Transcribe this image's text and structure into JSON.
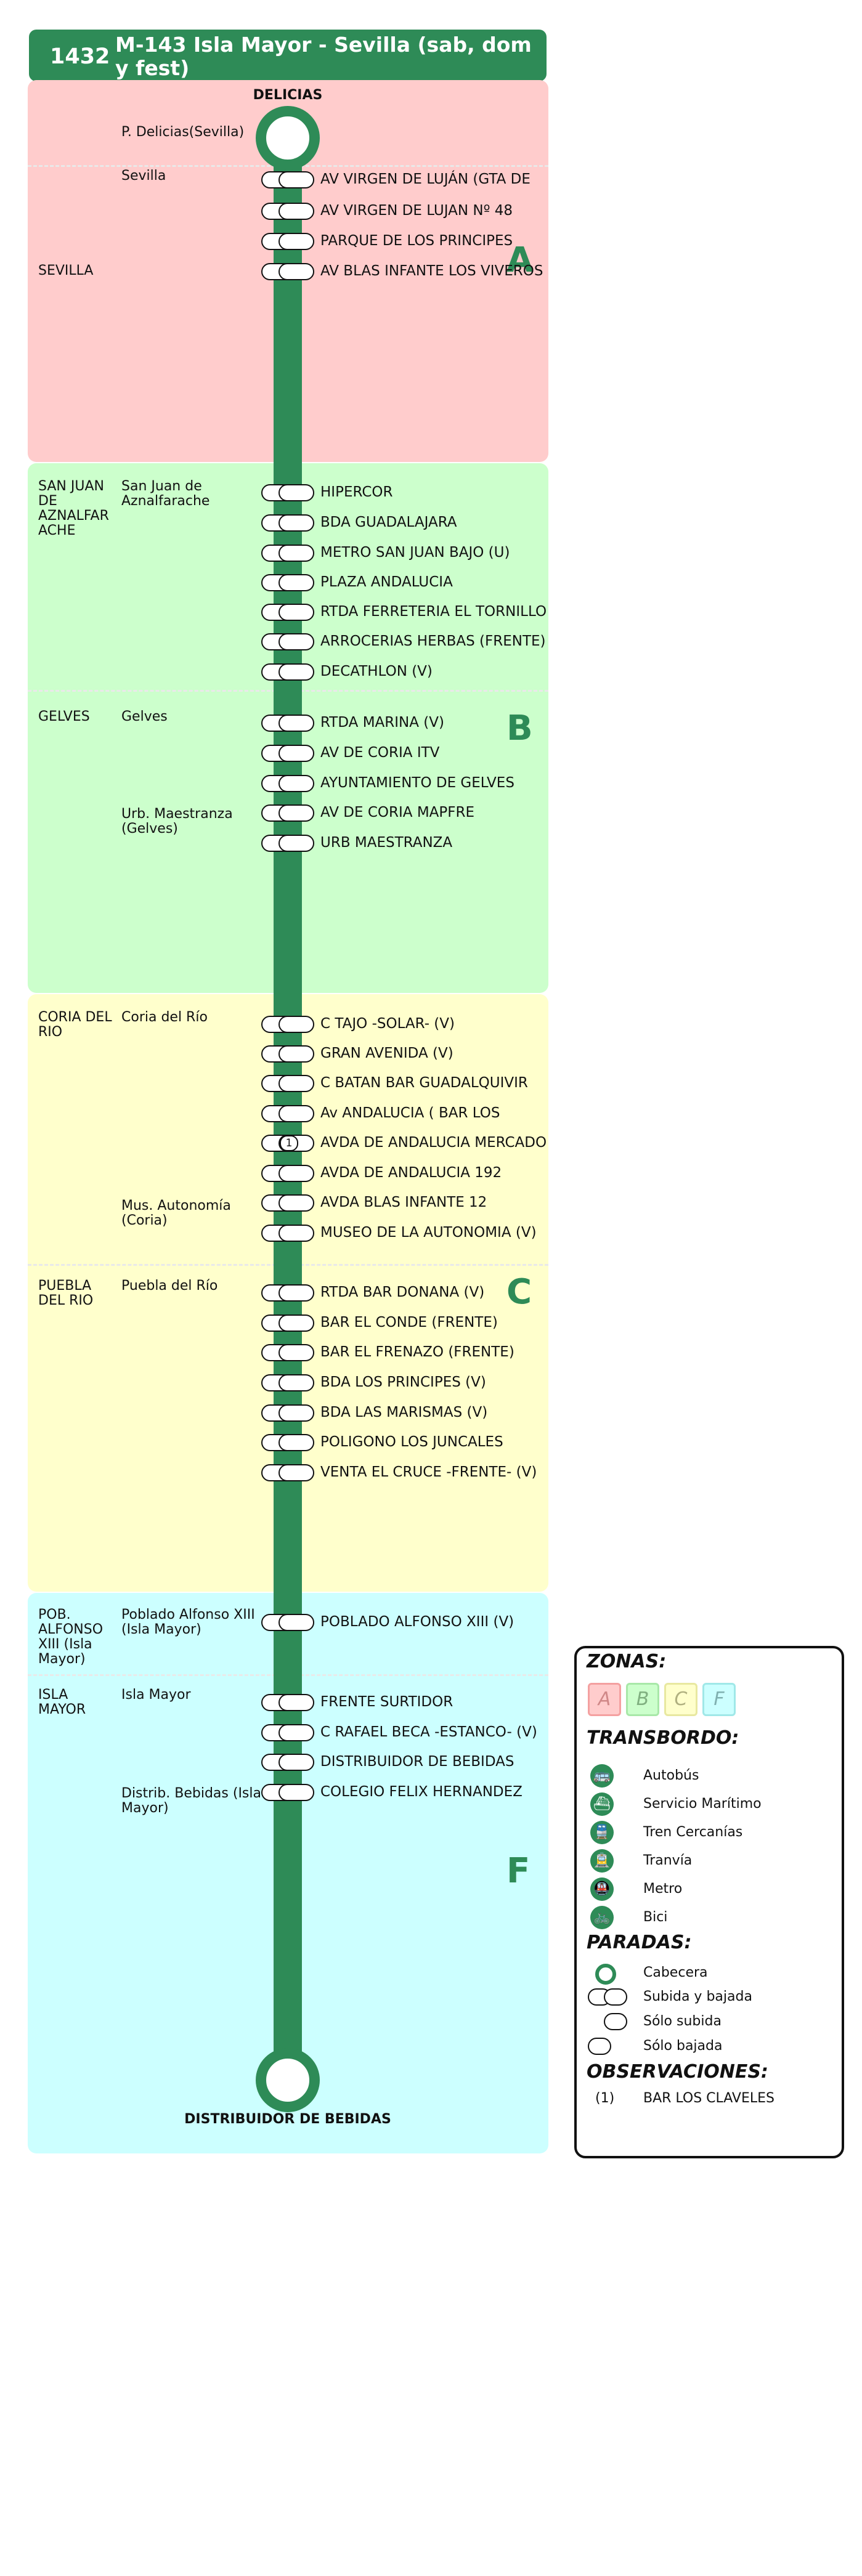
{
  "header": {
    "line_number": "1432",
    "title": "M-143 Isla Mayor - Sevilla (sab, dom y fest)"
  },
  "colors": {
    "line": "#2e8b57",
    "zone_a": "#ffcccc",
    "zone_b": "#ccffcc",
    "zone_c": "#ffffcc",
    "zone_f": "#ccffff"
  },
  "terminals": {
    "start": "DELICIAS",
    "end": "DISTRIBUIDOR DE BEBIDAS"
  },
  "zones": [
    {
      "letter": "A",
      "color": "#ffcccc"
    },
    {
      "letter": "B",
      "color": "#ccffcc"
    },
    {
      "letter": "C",
      "color": "#ffffcc"
    },
    {
      "letter": "F",
      "color": "#ccffff"
    }
  ],
  "municipalities": [
    "SEVILLA",
    "SAN JUAN DE AZNALFAR ACHE",
    "GELVES",
    "CORIA DEL RIO",
    "PUEBLA DEL RIO",
    "POB. ALFONSO XIII (Isla Mayor)",
    "ISLA MAYOR"
  ],
  "localities": [
    "P. Delicias(Sevilla)",
    "Sevilla",
    "San Juan de Aznalfarache",
    "Gelves",
    "Urb. Maestranza (Gelves)",
    "Coria del Río",
    "Mus. Autonomía (Coria)",
    "Puebla del Río",
    "Poblado Alfonso XIII (Isla Mayor)",
    "Isla Mayor",
    "Distrib. Bebidas (Isla Mayor)"
  ],
  "stops": [
    {
      "name": "AV VIRGEN DE LUJÁN (GTA DE",
      "type": "both"
    },
    {
      "name": "AV VIRGEN DE LUJAN Nº 48",
      "type": "both"
    },
    {
      "name": "PARQUE DE LOS PRINCIPES",
      "type": "both"
    },
    {
      "name": "AV BLAS INFANTE LOS VIVEROS",
      "type": "both"
    },
    {
      "name": "HIPERCOR",
      "type": "both"
    },
    {
      "name": "BDA GUADALAJARA",
      "type": "both"
    },
    {
      "name": "METRO SAN JUAN BAJO (U)",
      "type": "both"
    },
    {
      "name": "PLAZA ANDALUCIA",
      "type": "both"
    },
    {
      "name": "RTDA FERRETERIA EL TORNILLO",
      "type": "both"
    },
    {
      "name": "ARROCERIAS HERBAS (FRENTE)",
      "type": "both"
    },
    {
      "name": "DECATHLON (V)",
      "type": "both"
    },
    {
      "name": "RTDA MARINA (V)",
      "type": "both"
    },
    {
      "name": "AV DE CORIA ITV",
      "type": "both"
    },
    {
      "name": "AYUNTAMIENTO DE GELVES",
      "type": "both"
    },
    {
      "name": "AV DE CORIA MAPFRE",
      "type": "both"
    },
    {
      "name": "URB MAESTRANZA",
      "type": "both"
    },
    {
      "name": "C TAJO -SOLAR- (V)",
      "type": "both"
    },
    {
      "name": "GRAN AVENIDA (V)",
      "type": "both"
    },
    {
      "name": "C BATAN BAR GUADALQUIVIR",
      "type": "both"
    },
    {
      "name": "Av ANDALUCIA ( BAR LOS",
      "type": "both"
    },
    {
      "name": "AVDA DE ANDALUCIA MERCADO",
      "type": "obs",
      "obs": "1"
    },
    {
      "name": "AVDA DE ANDALUCIA 192",
      "type": "both"
    },
    {
      "name": "AVDA BLAS INFANTE 12",
      "type": "both"
    },
    {
      "name": "MUSEO DE LA AUTONOMIA (V)",
      "type": "both"
    },
    {
      "name": "RTDA BAR DONANA (V)",
      "type": "both"
    },
    {
      "name": "BAR EL CONDE (FRENTE)",
      "type": "both"
    },
    {
      "name": "BAR EL FRENAZO (FRENTE)",
      "type": "both"
    },
    {
      "name": "BDA LOS PRINCIPES (V)",
      "type": "both"
    },
    {
      "name": "BDA LAS MARISMAS (V)",
      "type": "both"
    },
    {
      "name": "POLIGONO LOS JUNCALES",
      "type": "both"
    },
    {
      "name": "VENTA EL CRUCE -FRENTE- (V)",
      "type": "both"
    },
    {
      "name": "POBLADO ALFONSO XIII (V)",
      "type": "both"
    },
    {
      "name": "FRENTE SURTIDOR",
      "type": "both"
    },
    {
      "name": "C RAFAEL BECA -ESTANCO- (V)",
      "type": "both"
    },
    {
      "name": "DISTRIBUIDOR DE BEBIDAS",
      "type": "both"
    },
    {
      "name": "COLEGIO FELIX HERNANDEZ",
      "type": "both"
    }
  ],
  "legend": {
    "zonas_title": "ZONAS:",
    "zonas": [
      "A",
      "B",
      "C",
      "F"
    ],
    "transbordo_title": "TRANSBORDO:",
    "transbordo": [
      {
        "label": "Autobús",
        "icon": "bus-icon"
      },
      {
        "label": "Servicio Marítimo",
        "icon": "boat-icon"
      },
      {
        "label": "Tren Cercanías",
        "icon": "train-icon"
      },
      {
        "label": "Tranvía",
        "icon": "tram-icon"
      },
      {
        "label": "Metro",
        "icon": "metro-icon"
      },
      {
        "label": "Bici",
        "icon": "bike-icon"
      }
    ],
    "paradas_title": "PARADAS:",
    "paradas": [
      "Cabecera",
      "Subida y bajada",
      "Sólo subida",
      "Sólo bajada"
    ],
    "observaciones_title": "OBSERVACIONES:",
    "observaciones": [
      {
        "num": "(1)",
        "text": "BAR LOS CLAVELES"
      }
    ]
  }
}
